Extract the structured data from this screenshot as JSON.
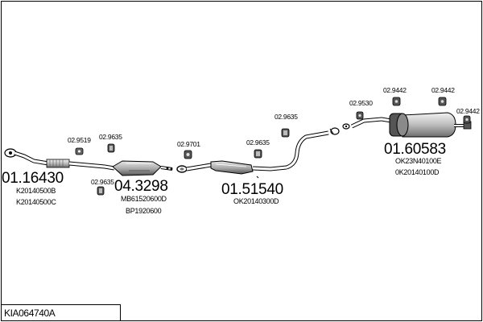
{
  "title": "KIA064740A",
  "groups": [
    {
      "id": "front",
      "number": "01.16430",
      "codes": [
        "K20140500B",
        "K20140500C"
      ],
      "fittings": [
        "02.9519",
        "02.9635",
        "02.9635"
      ]
    },
    {
      "id": "catalyst",
      "number": "04.3298",
      "codes": [
        "MB61520600D",
        "BP1920600"
      ],
      "fittings": [
        "02.9701"
      ]
    },
    {
      "id": "middle",
      "number": "01.51540",
      "codes": [
        "OK20140300D"
      ],
      "fittings": [
        "02.9635",
        "02.9635"
      ]
    },
    {
      "id": "rear",
      "number": "01.60583",
      "codes": [
        "OK23N40100E",
        "0K20140100D"
      ],
      "fittings": [
        "02.9530",
        "02.9442",
        "02.9442",
        "02.9442"
      ]
    }
  ],
  "icons": [
    "exhaust-part-icon",
    "clamp-icon",
    "rubber-hanger-icon",
    "gasket-icon"
  ],
  "colors": {
    "line": "#000000",
    "part_fill": "#d9d9d9",
    "part_dark": "#8c8c8c",
    "background": "#ffffff"
  }
}
